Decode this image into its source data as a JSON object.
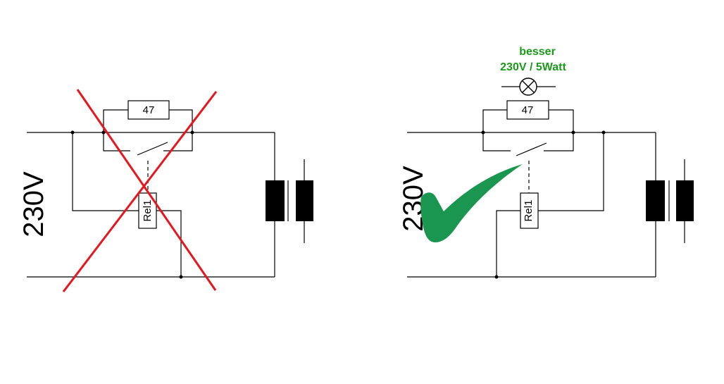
{
  "left_circuit": {
    "voltage_label": "230V",
    "resistor_label": "47",
    "relay_label": "Rel1",
    "cross_color": "#e8141e"
  },
  "right_circuit": {
    "voltage_label": "230V",
    "resistor_label": "47",
    "relay_label": "Rel1",
    "note_line1": "besser",
    "note_line2": "230V / 5Watt",
    "note_color": "#1a9a1a",
    "check_color": "#1a9650"
  }
}
